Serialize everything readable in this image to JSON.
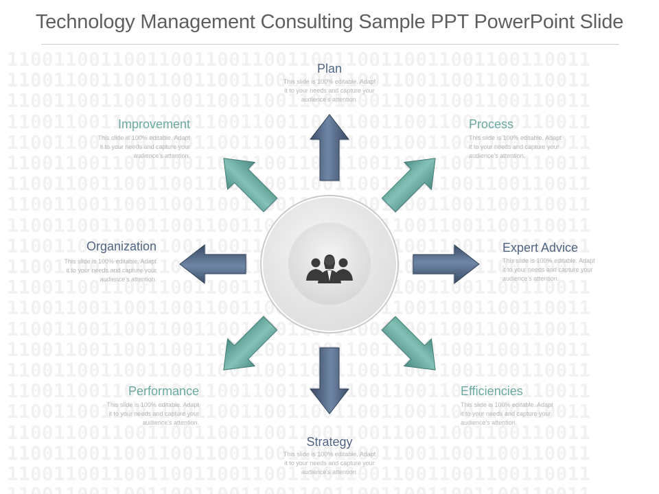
{
  "slide": {
    "title": "Technology Management Consulting Sample PPT PowerPoint Slide",
    "background_pattern": "11001100110011001100110011001100110011001100110011"
  },
  "hub": {
    "icon": "team-people-icon"
  },
  "items": [
    {
      "key": "plan",
      "title": "Plan",
      "description": "This slide is 100% editable. Adapt it to your needs and capture your audience's attention.",
      "color": "#4f6483"
    },
    {
      "key": "process",
      "title": "Process",
      "description": "This slide is 100% editable. Adapt it to your needs and capture your audience's attention.",
      "color": "#6aa9a0"
    },
    {
      "key": "expert-advice",
      "title": "Expert Advice",
      "description": "This slide is 100% editable. Adapt it to your needs and capture your audience's attention.",
      "color": "#4f6483"
    },
    {
      "key": "efficiencies",
      "title": "Efficiencies",
      "description": "This slide is 100% editable. Adapt it to your needs and capture your audience's attention.",
      "color": "#6aa9a0"
    },
    {
      "key": "strategy",
      "title": "Strategy",
      "description": "This slide is 100% editable. Adapt it to your needs and capture your audience's attention.",
      "color": "#4f6483"
    },
    {
      "key": "performance",
      "title": "Performance",
      "description": "This slide is 100% editable. Adapt it to your needs and capture your audience's attention.",
      "color": "#6aa9a0"
    },
    {
      "key": "organization",
      "title": "Organization",
      "description": "This slide is 100% editable. Adapt it to your needs and capture your audience's attention.",
      "color": "#4f6483"
    },
    {
      "key": "improvement",
      "title": "Improvement",
      "description": "This slide is 100% editable. Adapt it to your needs and capture your audience's attention.",
      "color": "#6aa9a0"
    }
  ]
}
